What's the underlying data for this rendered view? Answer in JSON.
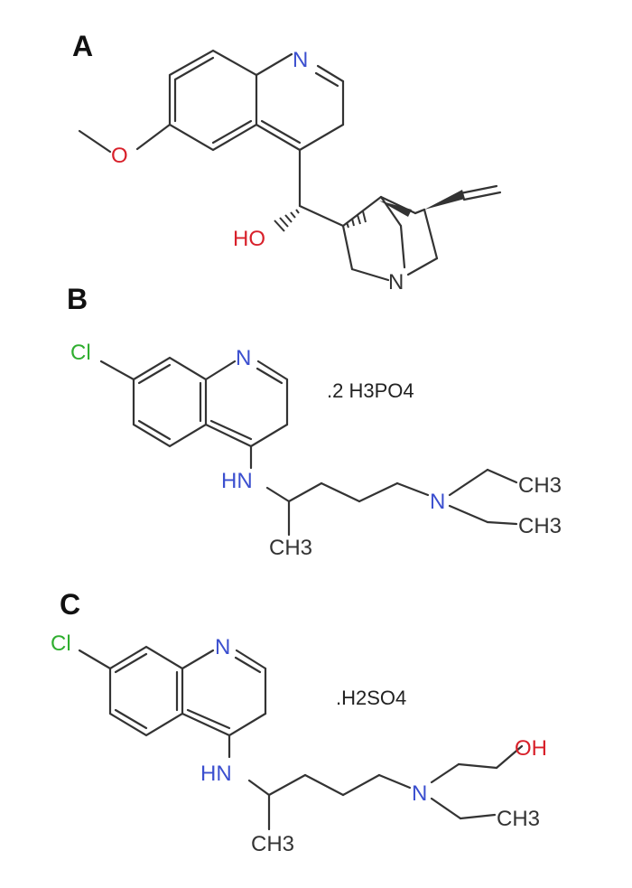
{
  "panels": [
    {
      "label": "A",
      "atoms": {
        "n_ring": "N",
        "o_methoxy": "O",
        "ho": "HO",
        "n_bridge": "N"
      }
    },
    {
      "label": "B",
      "atoms": {
        "cl": "Cl",
        "n_ring": "N",
        "hn": "HN",
        "n_amine": "N",
        "ch3_top": "CH3",
        "ch3_bottom": "CH3",
        "ch3_branch": "CH3"
      },
      "salt": ".2 H3PO4"
    },
    {
      "label": "C",
      "atoms": {
        "cl": "Cl",
        "n_ring": "N",
        "hn": "HN",
        "n_amine": "N",
        "oh": "OH",
        "ch3_ethyl": "CH3",
        "ch3_branch": "CH3"
      },
      "salt": ".H2SO4"
    }
  ],
  "colors": {
    "bond": "#333333",
    "nitrogen": "#3b4fcf",
    "oxygen": "#d8202a",
    "chlorine": "#2fae2f",
    "label": "#111111"
  }
}
